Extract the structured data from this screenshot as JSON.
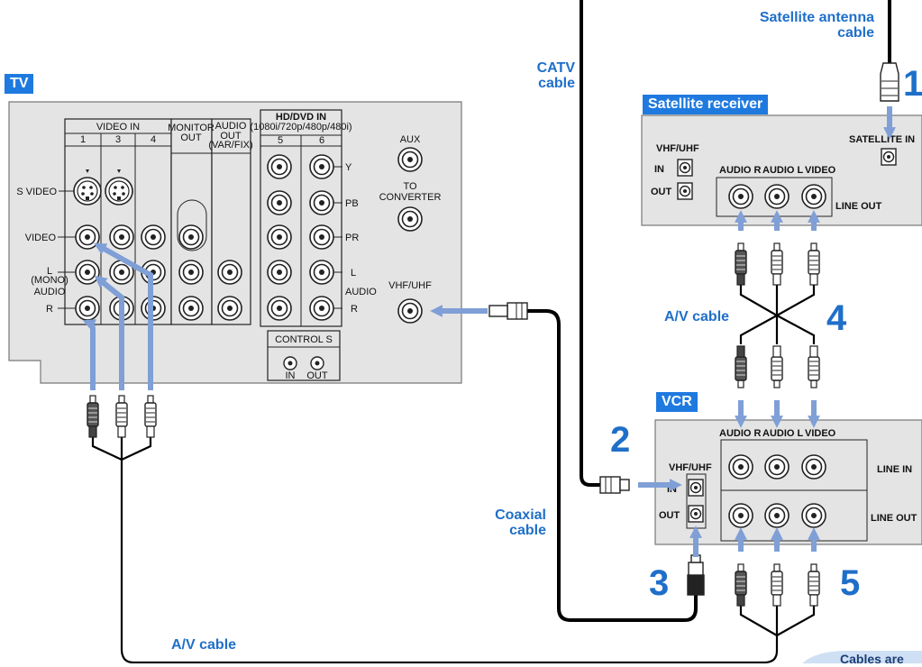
{
  "labels": {
    "tv": "TV",
    "sat_receiver": "Satellite receiver",
    "vcr": "VCR",
    "sat_antenna_l1": "Satellite antenna",
    "sat_antenna_l2": "cable",
    "catv_l1": "CATV",
    "catv_l2": "cable",
    "coaxial_l1": "Coaxial",
    "coaxial_l2": "cable",
    "av_cable_top": "A/V cable",
    "av_cable_bottom": "A/V cable",
    "cables_note": "Cables are"
  },
  "steps": [
    "1",
    "2",
    "3",
    "4",
    "5"
  ],
  "tv_panel": {
    "video_in": "VIDEO IN",
    "in_1": "1",
    "in_3": "3",
    "in_4": "4",
    "monitor_out_1": "MONITOR",
    "monitor_out_2": "OUT",
    "audio_out_1": "AUDIO",
    "audio_out_2": "OUT",
    "audio_out_3": "(VAR/FIX)",
    "s_video": "S VIDEO",
    "video": "VIDEO",
    "l": "L",
    "mono": "(MONO)",
    "audio": "AUDIO",
    "r": "R",
    "hd_dvd_in": "HD/DVD IN",
    "hd_formats": "(1080i/720p/480p/480i)",
    "in_5": "5",
    "in_6": "6",
    "y": "Y",
    "pb": "PB",
    "pr": "PR",
    "hd_l": "L",
    "hd_audio": "AUDIO",
    "hd_r": "R",
    "aux": "AUX",
    "to": "TO",
    "converter": "CONVERTER",
    "vhf_uhf": "VHF/UHF",
    "control_s": "CONTROL S",
    "cs_in": "IN",
    "cs_out": "OUT"
  },
  "sat_panel": {
    "vhf_uhf": "VHF/UHF",
    "in": "IN",
    "out": "OUT",
    "audio_r": "AUDIO R",
    "audio_l": "AUDIO L",
    "video": "VIDEO",
    "satellite_in": "SATELLITE IN",
    "line_out": "LINE OUT"
  },
  "vcr_panel": {
    "audio_r": "AUDIO R",
    "audio_l": "AUDIO L",
    "video": "VIDEO",
    "vhf_uhf": "VHF/UHF",
    "in": "IN",
    "out": "OUT",
    "line_in": "LINE IN",
    "line_out": "LINE OUT"
  },
  "colors": {
    "accent": "#1f6fc9",
    "header_bg": "#1f7ae0",
    "arrow": "#7f9fd6",
    "panel_bg": "#e4e4e4",
    "cable": "#000000"
  }
}
